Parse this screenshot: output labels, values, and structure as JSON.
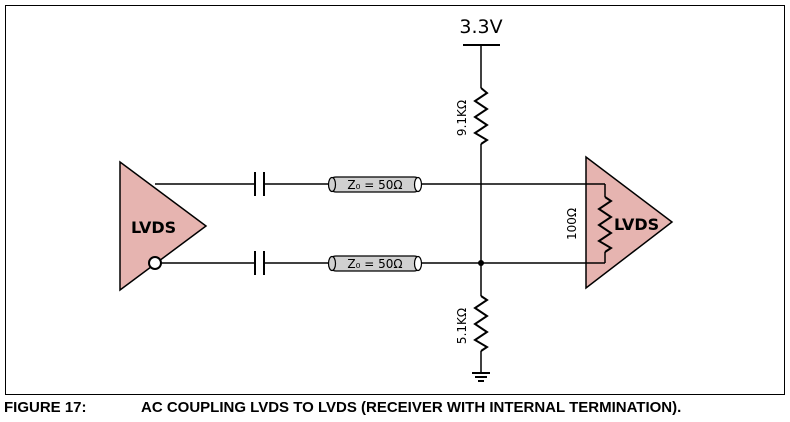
{
  "circuit": {
    "supply_label": "3.3V",
    "top_resistor": "9.1KΩ",
    "bottom_resistor": "5.1KΩ",
    "termination_resistor": "100Ω",
    "driver_label": "LVDS",
    "receiver_label": "LVDS",
    "tline_top": "Z₀ = 50Ω",
    "tline_bottom": "Z₀ = 50Ω"
  },
  "caption": {
    "figure_number": "FIGURE 17:",
    "title": "AC COUPLING LVDS TO LVDS (RECEIVER WITH INTERNAL TERMINATION)."
  },
  "colors": {
    "buffer_fill": "#e6b4b0",
    "tline_fill": "#d0d0d0",
    "wire": "#000000"
  }
}
